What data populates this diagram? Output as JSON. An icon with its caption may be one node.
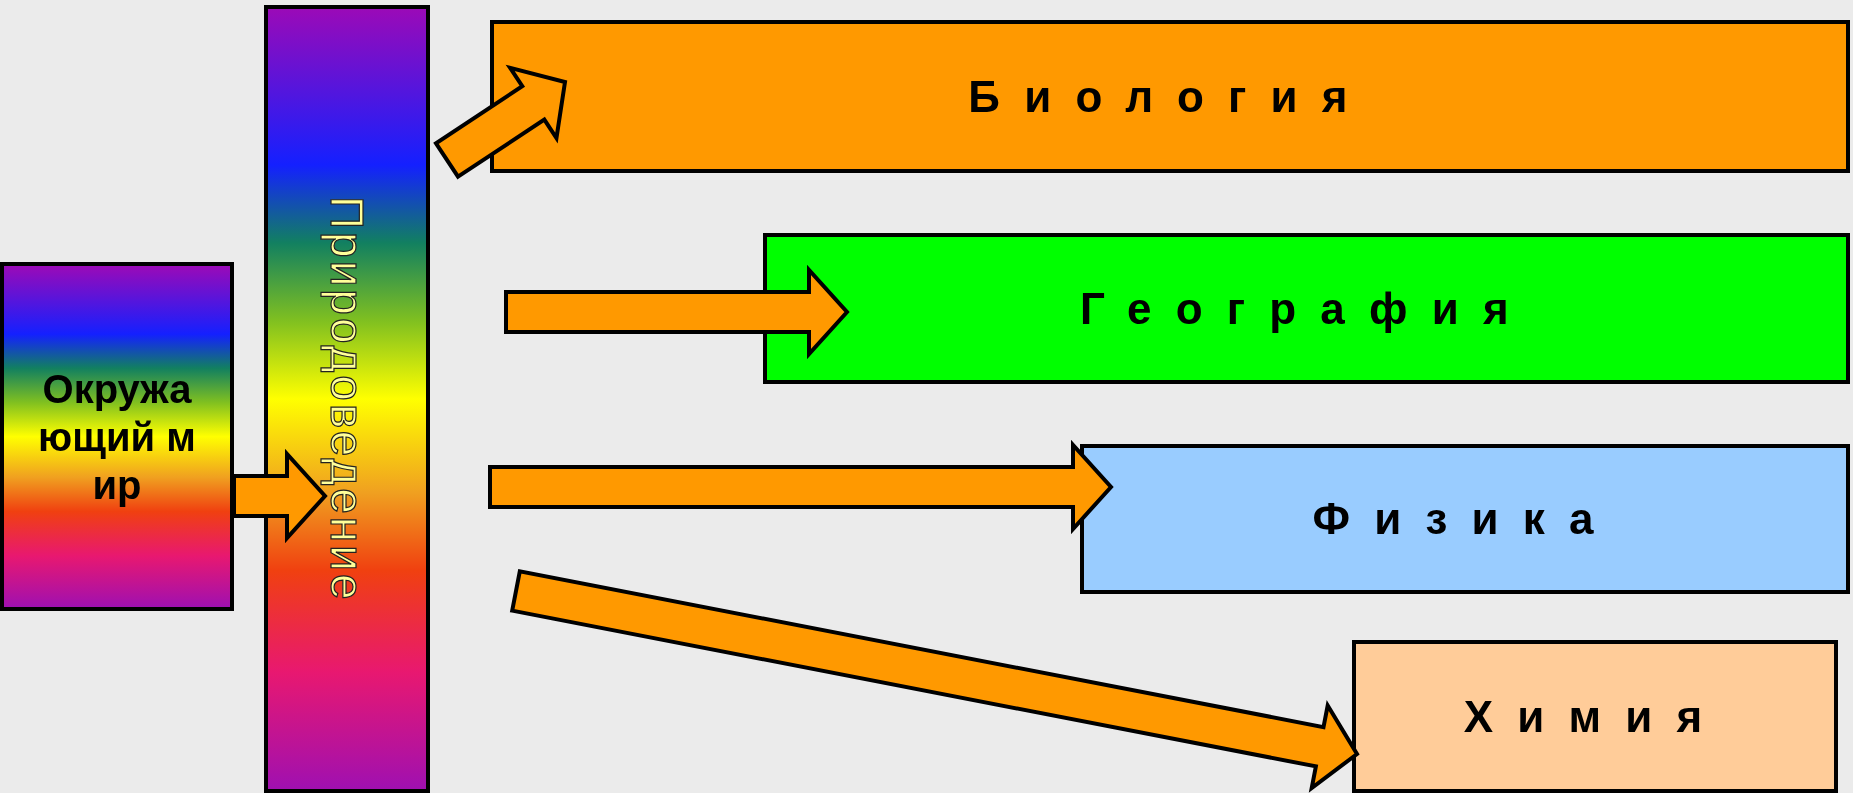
{
  "diagram": {
    "nodes": [
      {
        "text": [
          "Окружающий мир"
        ]
      },
      {
        "text": [
          "Природоведение"
        ]
      },
      {
        "text": [
          "Биология"
        ]
      },
      {
        "text": [
          "География"
        ]
      },
      {
        "text": [
          "Физика"
        ]
      },
      {
        "text": [
          "Химия"
        ]
      }
    ],
    "edges": [
      {
        "from": 0,
        "to": 1,
        "arrow": "to"
      },
      {
        "from": 1,
        "to": 2,
        "arrow": "to"
      },
      {
        "from": 1,
        "to": 3,
        "arrow": "to"
      },
      {
        "from": 1,
        "to": 4,
        "arrow": "to"
      },
      {
        "from": 1,
        "to": 5,
        "arrow": "to"
      }
    ]
  }
}
